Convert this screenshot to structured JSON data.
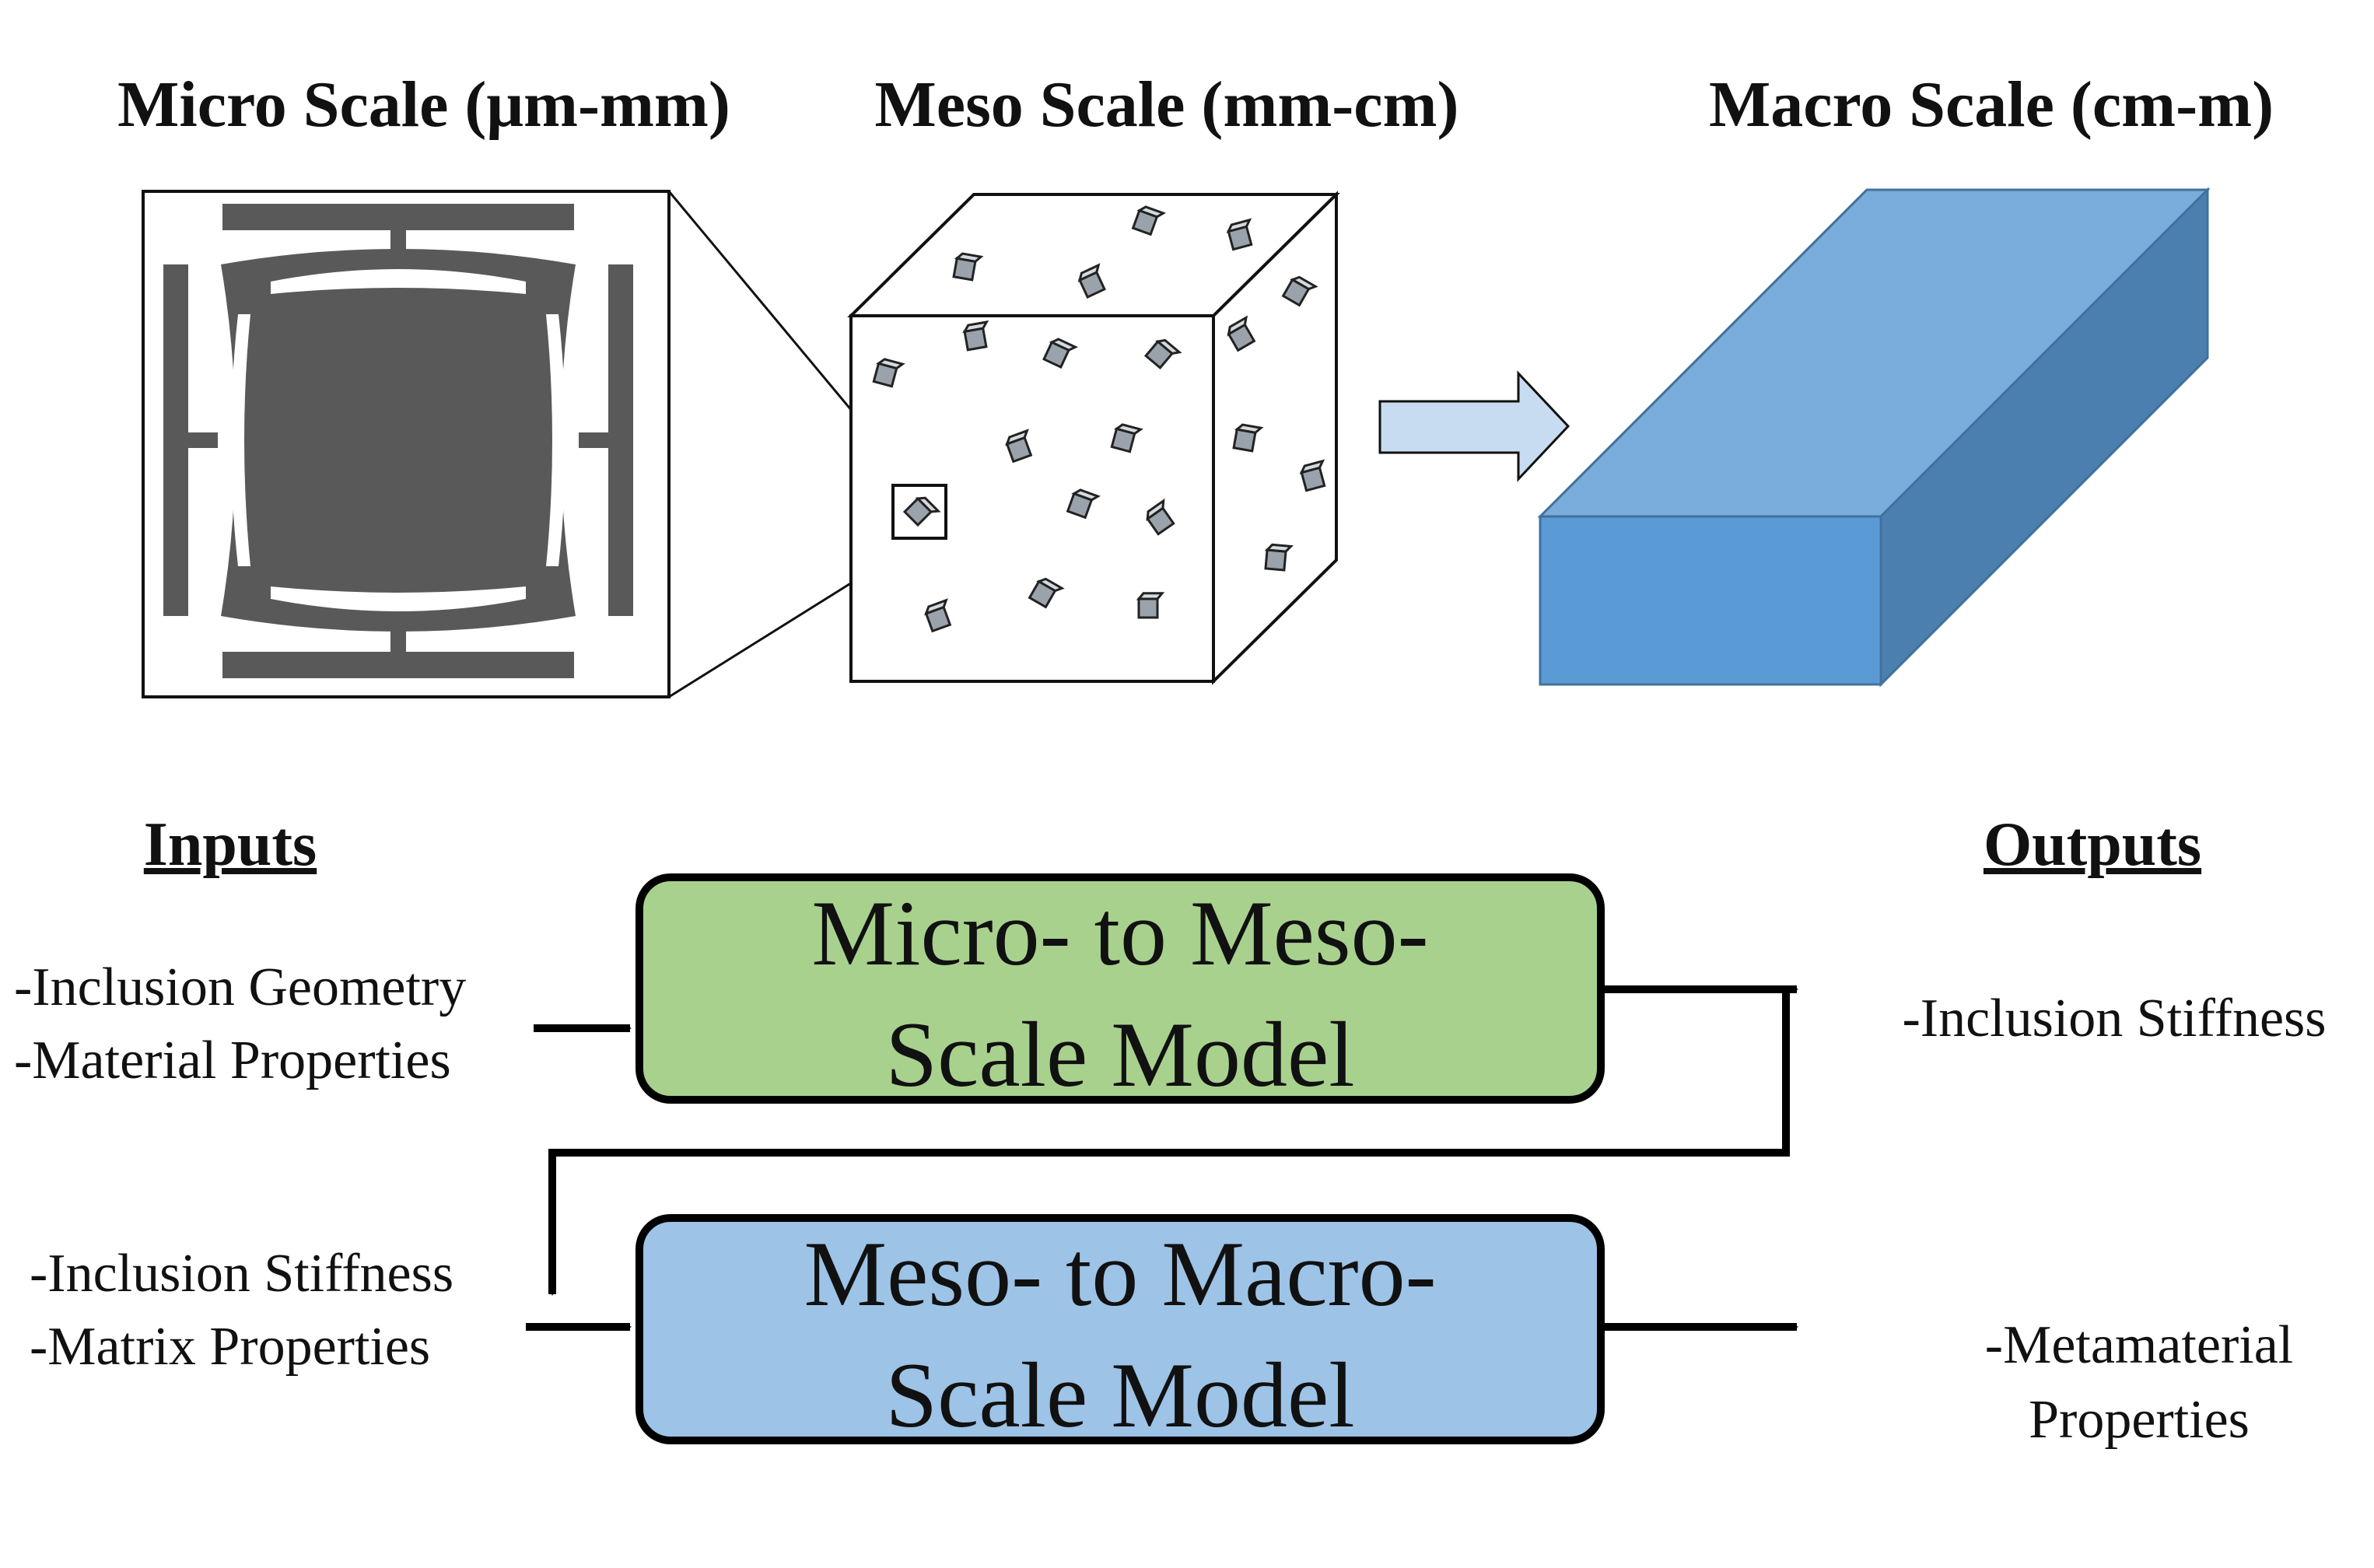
{
  "titles": {
    "micro": "Micro Scale (μm-mm)",
    "meso": "Meso Scale (mm-cm)",
    "macro": "Macro Scale (cm-m)"
  },
  "inputs_heading": "Inputs",
  "outputs_heading": "Outputs",
  "model1": {
    "line1": "Micro- to Meso-",
    "line2": "Scale Model",
    "inputs": [
      "-Inclusion Geometry",
      "-Material Properties"
    ],
    "outputs": [
      "-Inclusion Stiffness"
    ]
  },
  "model2": {
    "line1": "Meso- to Macro-",
    "line2": "Scale Model",
    "inputs": [
      "-Inclusion Stiffness",
      "-Matrix Properties"
    ],
    "outputs": [
      "-Metamaterial",
      "Properties"
    ]
  },
  "colors": {
    "model1_fill": "#a9d18e",
    "model2_fill": "#9dc3e6",
    "micro_cell": "#595959",
    "macro_front": "#5b9bd5",
    "macro_top": "#7aaddb",
    "macro_side": "#4a7fb0",
    "arrow_fill": "#c7dcf0"
  }
}
